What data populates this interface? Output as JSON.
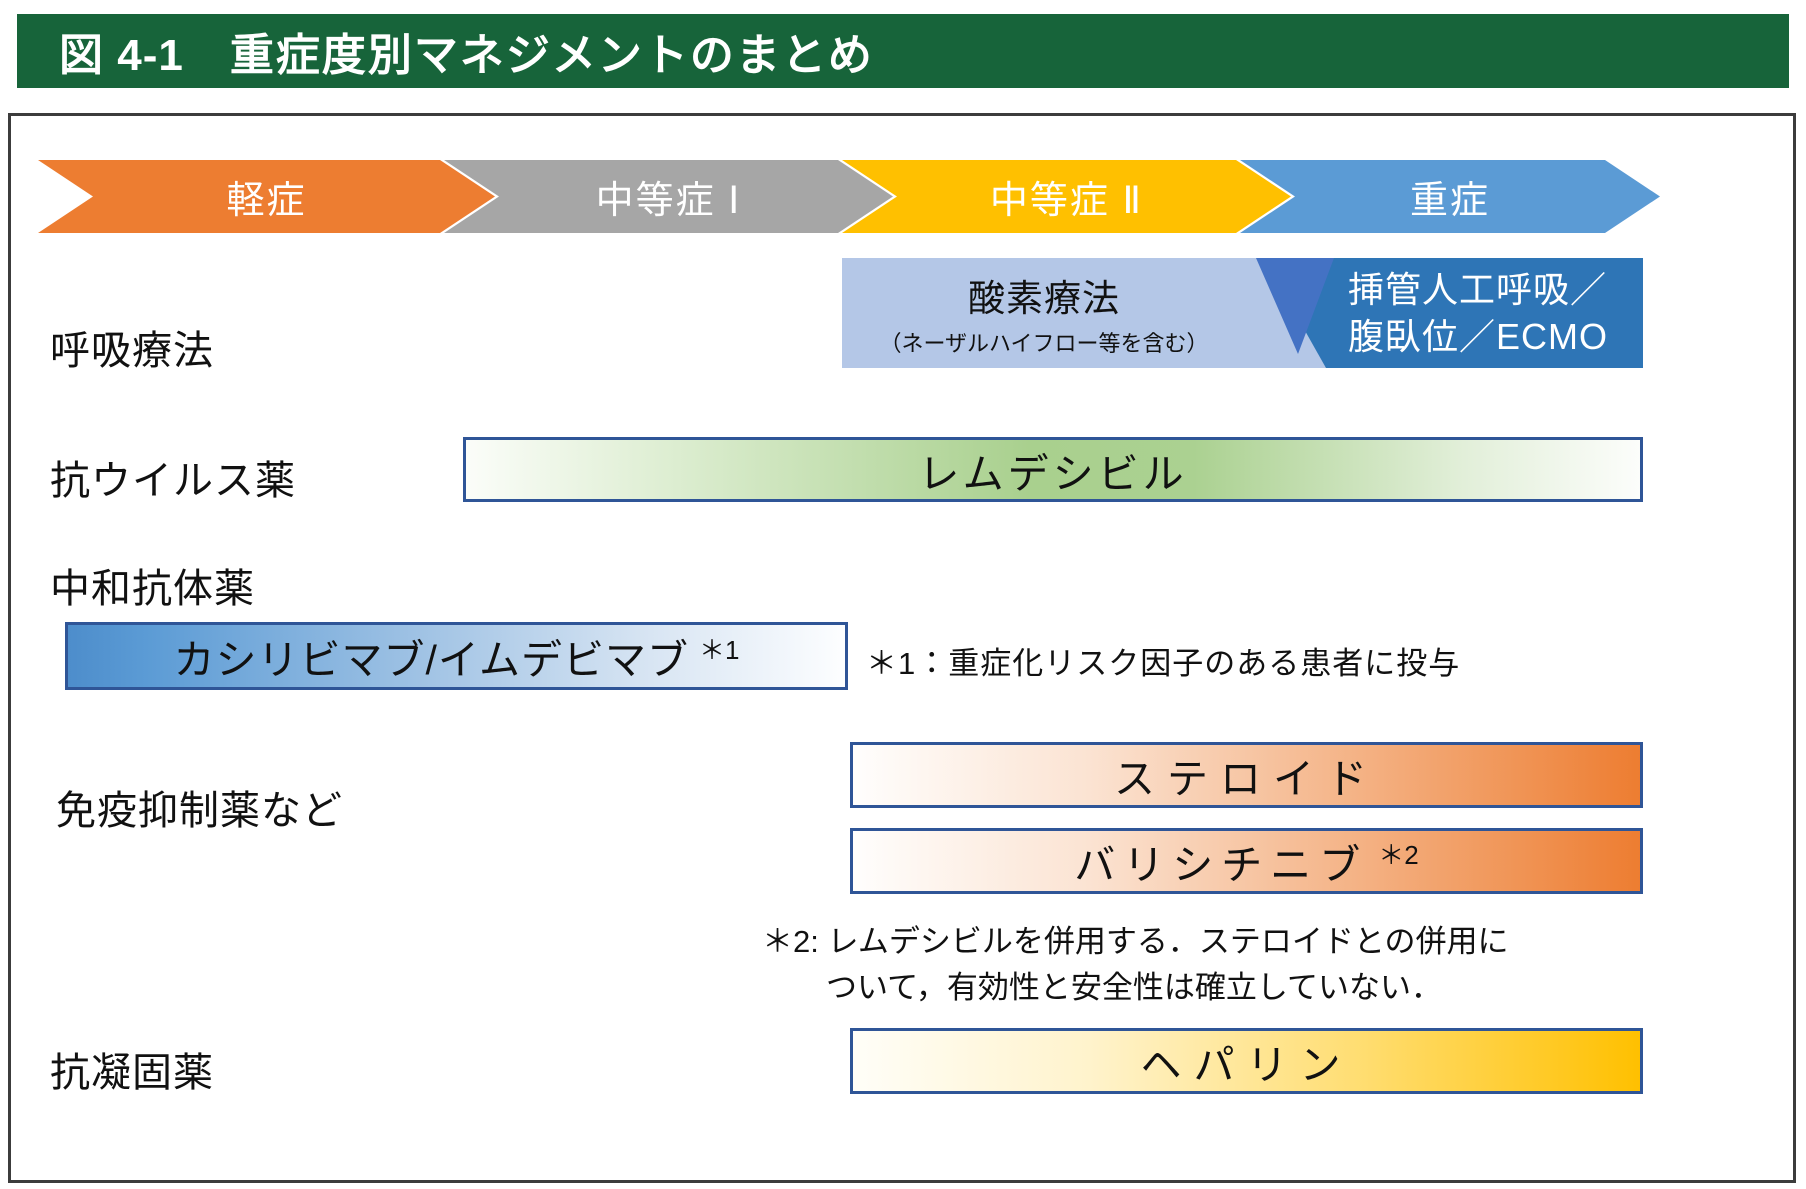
{
  "header": {
    "prefix": "図 4-1",
    "title": "重症度別マネジメントのまとめ",
    "bar_color": "#17643A",
    "text_color": "#FFFFFF"
  },
  "severity_arrows": [
    {
      "label": "軽症",
      "color": "#ED7D31"
    },
    {
      "label": "中等症 Ⅰ",
      "color": "#A6A6A6"
    },
    {
      "label": "中等症 Ⅱ",
      "color": "#FFC000"
    },
    {
      "label": "重症",
      "color": "#5B9BD5"
    }
  ],
  "rows": {
    "respiratory": {
      "label": "呼吸療法",
      "oxygen_box": {
        "title": "酸素療法",
        "subtitle": "（ネーザルハイフロー等を含む）",
        "color": "#B4C7E7"
      },
      "ventilation_box": {
        "line1": "挿管人工呼吸／",
        "line2": "腹臥位／ECMO",
        "color": "#2E75B6",
        "wedge_color": "#4472C4"
      }
    },
    "antiviral": {
      "label": "抗ウイルス薬",
      "bar": {
        "text": "レムデシビル",
        "color": "#A9D08E",
        "border_color": "#2F5597"
      }
    },
    "antibody": {
      "label": "中和抗体薬",
      "bar": {
        "text": "カシリビマブ/イムデビマブ",
        "footnote_mark": "＊1",
        "color": "#5B9BD5",
        "border_color": "#2F5597"
      },
      "note": "＊1：重症化リスク因子のある患者に投与"
    },
    "immunosuppressant": {
      "label": "免疫抑制薬など",
      "bar_steroid": {
        "text": "ステロイド",
        "color": "#ED7D31",
        "border_color": "#2F5597"
      },
      "bar_baricitinib": {
        "text": "バリシチニブ",
        "footnote_mark": "＊2",
        "color": "#ED7D31",
        "border_color": "#2F5597"
      },
      "note_line1": "＊2: レムデシビルを併用する．ステロイドとの併用に",
      "note_line2": "ついて，有効性と安全性は確立していない．"
    },
    "anticoagulant": {
      "label": "抗凝固薬",
      "bar": {
        "text": "ヘパリン",
        "color": "#FFC000",
        "border_color": "#2F5597"
      }
    }
  }
}
